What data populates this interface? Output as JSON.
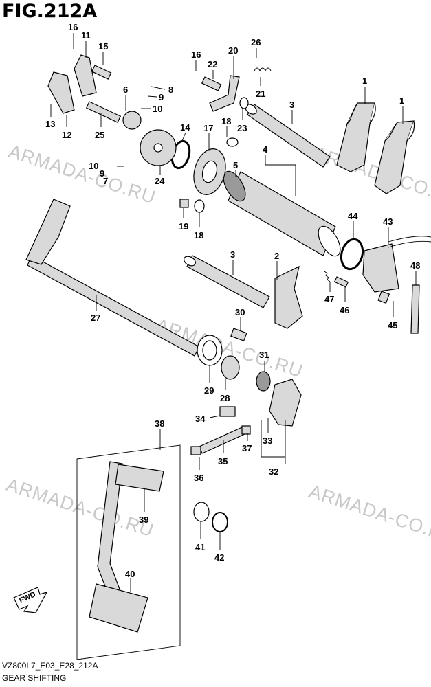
{
  "figure": {
    "title": "FIG.212A",
    "code": "VZ800L7_E03_E28_212A",
    "caption": "GEAR SHIFTING"
  },
  "watermark": "ARMADA-CO.RU",
  "callouts": [
    "1",
    "1",
    "2",
    "3",
    "3",
    "4",
    "5",
    "6",
    "7",
    "8",
    "9",
    "9",
    "10",
    "10",
    "11",
    "12",
    "13",
    "14",
    "15",
    "16",
    "16",
    "17",
    "18",
    "18",
    "19",
    "20",
    "21",
    "22",
    "23",
    "24",
    "25",
    "26",
    "27",
    "28",
    "29",
    "30",
    "31",
    "32",
    "33",
    "34",
    "35",
    "36",
    "37",
    "38",
    "39",
    "40",
    "41",
    "42",
    "43",
    "44",
    "45",
    "46",
    "47",
    "48"
  ],
  "fwd_label": "FWD"
}
